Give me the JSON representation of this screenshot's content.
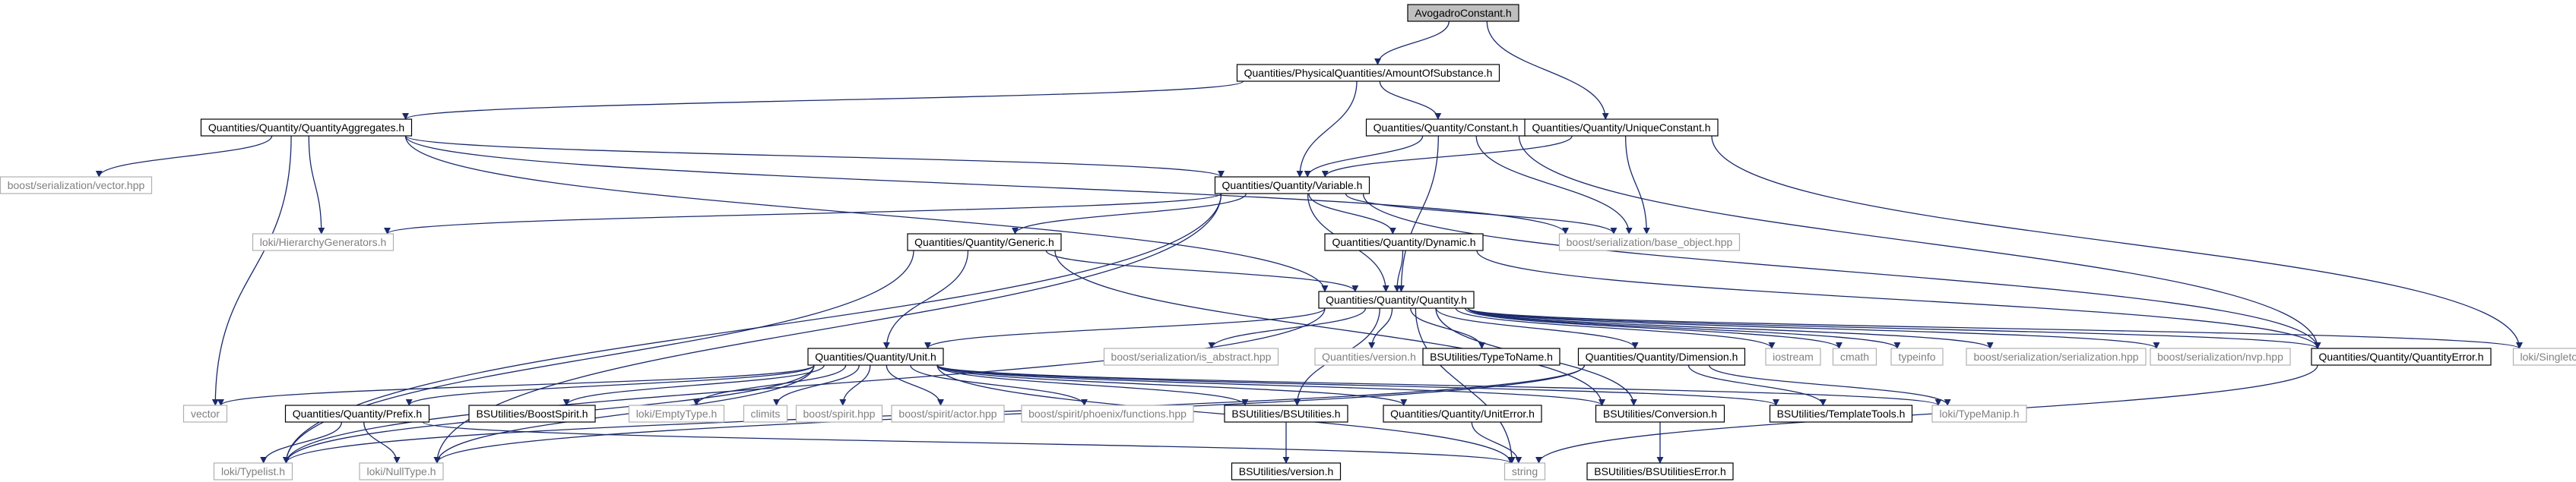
{
  "diagram": {
    "nodes": [
      {
        "id": "avogadro",
        "label": "AvogadroConstant.h",
        "kind": "root"
      },
      {
        "id": "amount",
        "label": "Quantities/PhysicalQuantities/AmountOfSubstance.h",
        "kind": "internal"
      },
      {
        "id": "aggregates",
        "label": "Quantities/Quantity/QuantityAggregates.h",
        "kind": "internal"
      },
      {
        "id": "constant",
        "label": "Quantities/Quantity/Constant.h",
        "kind": "internal"
      },
      {
        "id": "unique",
        "label": "Quantities/Quantity/UniqueConstant.h",
        "kind": "internal"
      },
      {
        "id": "sertvector",
        "label": "boost/serialization/vector.hpp",
        "kind": "external"
      },
      {
        "id": "variable",
        "label": "Quantities/Quantity/Variable.h",
        "kind": "internal"
      },
      {
        "id": "hiergen",
        "label": "loki/HierarchyGenerators.h",
        "kind": "external"
      },
      {
        "id": "generic",
        "label": "Quantities/Quantity/Generic.h",
        "kind": "internal"
      },
      {
        "id": "dynamic",
        "label": "Quantities/Quantity/Dynamic.h",
        "kind": "internal"
      },
      {
        "id": "baseobject",
        "label": "boost/serialization/base_object.hpp",
        "kind": "external"
      },
      {
        "id": "quantity",
        "label": "Quantities/Quantity/Quantity.h",
        "kind": "internal"
      },
      {
        "id": "unit",
        "label": "Quantities/Quantity/Unit.h",
        "kind": "internal"
      },
      {
        "id": "isabstract",
        "label": "boost/serialization/is_abstract.hpp",
        "kind": "external"
      },
      {
        "id": "qversion",
        "label": "Quantities/version.h",
        "kind": "external"
      },
      {
        "id": "typetoname",
        "label": "BSUtilities/TypeToName.h",
        "kind": "internal"
      },
      {
        "id": "dimension",
        "label": "Quantities/Quantity/Dimension.h",
        "kind": "internal"
      },
      {
        "id": "iostream",
        "label": "iostream",
        "kind": "external"
      },
      {
        "id": "cmath",
        "label": "cmath",
        "kind": "external"
      },
      {
        "id": "typeinfo",
        "label": "typeinfo",
        "kind": "external"
      },
      {
        "id": "serserialization",
        "label": "boost/serialization/serialization.hpp",
        "kind": "external"
      },
      {
        "id": "sernvp",
        "label": "boost/serialization/nvp.hpp",
        "kind": "external"
      },
      {
        "id": "qerror",
        "label": "Quantities/Quantity/QuantityError.h",
        "kind": "internal"
      },
      {
        "id": "singleton",
        "label": "loki/Singleton.h",
        "kind": "external"
      },
      {
        "id": "vector",
        "label": "vector",
        "kind": "external"
      },
      {
        "id": "prefix",
        "label": "Quantities/Quantity/Prefix.h",
        "kind": "internal"
      },
      {
        "id": "boostspirit",
        "label": "BSUtilities/BoostSpirit.h",
        "kind": "internal"
      },
      {
        "id": "emptytype",
        "label": "loki/EmptyType.h",
        "kind": "external"
      },
      {
        "id": "climits",
        "label": "climits",
        "kind": "external"
      },
      {
        "id": "spirit",
        "label": "boost/spirit.hpp",
        "kind": "external"
      },
      {
        "id": "spiritactor",
        "label": "boost/spirit/actor.hpp",
        "kind": "external"
      },
      {
        "id": "phoenix",
        "label": "boost/spirit/phoenix/functions.hpp",
        "kind": "external"
      },
      {
        "id": "bsutilities",
        "label": "BSUtilities/BSUtilities.h",
        "kind": "internal"
      },
      {
        "id": "uniterror",
        "label": "Quantities/Quantity/UnitError.h",
        "kind": "internal"
      },
      {
        "id": "conversion",
        "label": "BSUtilities/Conversion.h",
        "kind": "internal"
      },
      {
        "id": "templatetools",
        "label": "BSUtilities/TemplateTools.h",
        "kind": "internal"
      },
      {
        "id": "typemanip",
        "label": "loki/TypeManip.h",
        "kind": "external"
      },
      {
        "id": "typelist",
        "label": "loki/Typelist.h",
        "kind": "external"
      },
      {
        "id": "nulltype",
        "label": "loki/NullType.h",
        "kind": "external"
      },
      {
        "id": "string",
        "label": "string",
        "kind": "external"
      },
      {
        "id": "bsversion",
        "label": "BSUtilities/version.h",
        "kind": "internal"
      },
      {
        "id": "bserror",
        "label": "BSUtilities/BSUtilitiesError.h",
        "kind": "internal"
      }
    ],
    "edges": [
      [
        "avogadro",
        "amount"
      ],
      [
        "avogadro",
        "unique"
      ],
      [
        "amount",
        "aggregates"
      ],
      [
        "amount",
        "constant"
      ],
      [
        "amount",
        "variable"
      ],
      [
        "aggregates",
        "sertvector"
      ],
      [
        "aggregates",
        "vector"
      ],
      [
        "aggregates",
        "hiergen"
      ],
      [
        "aggregates",
        "variable"
      ],
      [
        "aggregates",
        "baseobject"
      ],
      [
        "aggregates",
        "quantity"
      ],
      [
        "constant",
        "variable"
      ],
      [
        "constant",
        "baseobject"
      ],
      [
        "constant",
        "quantity"
      ],
      [
        "constant",
        "qerror"
      ],
      [
        "unique",
        "variable"
      ],
      [
        "unique",
        "baseobject"
      ],
      [
        "unique",
        "singleton"
      ],
      [
        "variable",
        "hiergen"
      ],
      [
        "variable",
        "generic"
      ],
      [
        "variable",
        "dynamic"
      ],
      [
        "variable",
        "baseobject"
      ],
      [
        "variable",
        "quantity"
      ],
      [
        "variable",
        "qerror"
      ],
      [
        "variable",
        "typelist"
      ],
      [
        "variable",
        "nulltype"
      ],
      [
        "generic",
        "unit"
      ],
      [
        "generic",
        "quantity"
      ],
      [
        "generic",
        "typelist"
      ],
      [
        "generic",
        "conversion"
      ],
      [
        "dynamic",
        "quantity"
      ],
      [
        "dynamic",
        "qerror"
      ],
      [
        "quantity",
        "unit"
      ],
      [
        "quantity",
        "isabstract"
      ],
      [
        "quantity",
        "qversion"
      ],
      [
        "quantity",
        "typetoname"
      ],
      [
        "quantity",
        "dimension"
      ],
      [
        "quantity",
        "iostream"
      ],
      [
        "quantity",
        "cmath"
      ],
      [
        "quantity",
        "typeinfo"
      ],
      [
        "quantity",
        "serserialization"
      ],
      [
        "quantity",
        "sernvp"
      ],
      [
        "quantity",
        "qerror"
      ],
      [
        "quantity",
        "singleton"
      ],
      [
        "quantity",
        "string"
      ],
      [
        "quantity",
        "typelist"
      ],
      [
        "quantity",
        "bsutilities"
      ],
      [
        "quantity",
        "conversion"
      ],
      [
        "unit",
        "vector"
      ],
      [
        "unit",
        "prefix"
      ],
      [
        "unit",
        "boostspirit"
      ],
      [
        "unit",
        "emptytype"
      ],
      [
        "unit",
        "climits"
      ],
      [
        "unit",
        "spirit"
      ],
      [
        "unit",
        "spiritactor"
      ],
      [
        "unit",
        "phoenix"
      ],
      [
        "unit",
        "bsutilities"
      ],
      [
        "unit",
        "uniterror"
      ],
      [
        "unit",
        "conversion"
      ],
      [
        "unit",
        "templatetools"
      ],
      [
        "unit",
        "typemanip"
      ],
      [
        "unit",
        "typelist"
      ],
      [
        "unit",
        "nulltype"
      ],
      [
        "unit",
        "string"
      ],
      [
        "dimension",
        "templatetools"
      ],
      [
        "dimension",
        "typemanip"
      ],
      [
        "dimension",
        "typelist"
      ],
      [
        "dimension",
        "nulltype"
      ],
      [
        "prefix",
        "typelist"
      ],
      [
        "prefix",
        "nulltype"
      ],
      [
        "prefix",
        "string"
      ],
      [
        "bsutilities",
        "bsversion"
      ],
      [
        "uniterror",
        "string"
      ],
      [
        "conversion",
        "bserror"
      ],
      [
        "qerror",
        "string"
      ]
    ]
  }
}
